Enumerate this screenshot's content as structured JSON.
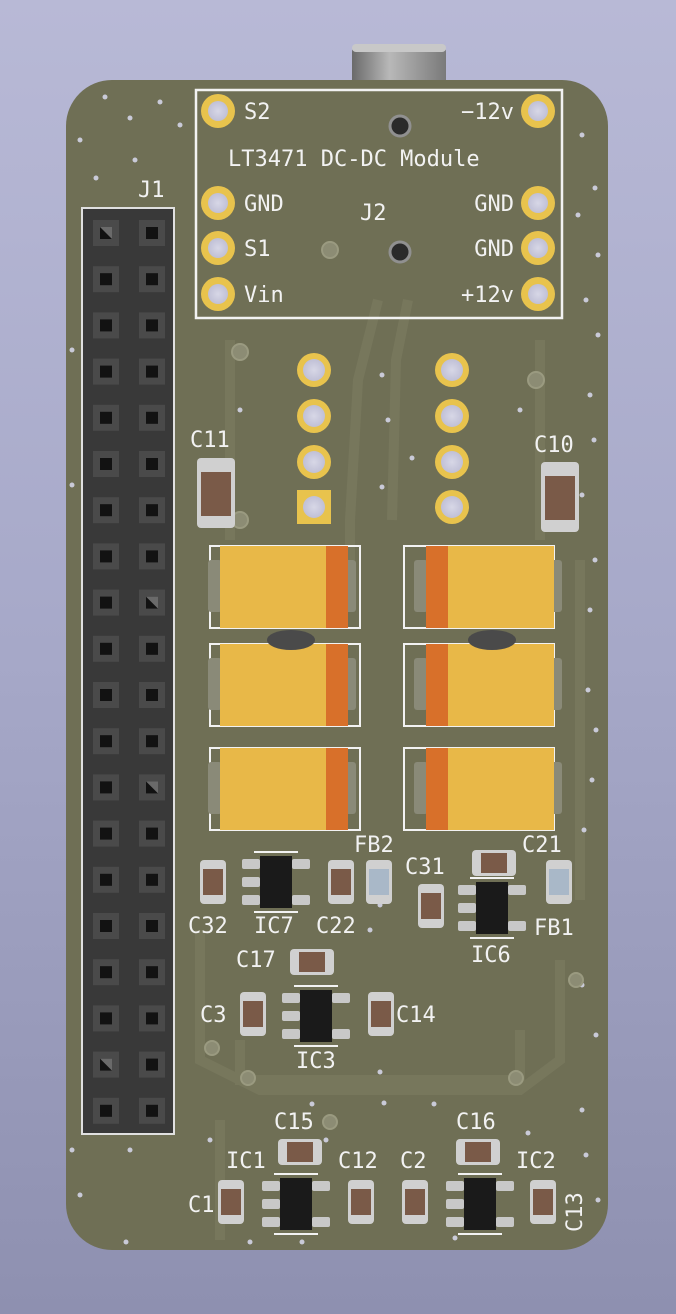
{
  "colors": {
    "background": "#a8aac9",
    "board": "#6f6f55",
    "header_body": "#3a3a3a",
    "pad_gold": "#e8c34d",
    "capacitor_body": "#e8b848",
    "capacitor_stripe": "#d8702a",
    "silkscreen": "#f2f2f2"
  },
  "board_title": "LT3471 DC-DC Module",
  "j2": {
    "ref": "J2",
    "left_labels": [
      "S2",
      "GND",
      "S1",
      "Vin"
    ],
    "right_labels": [
      "−12v",
      "GND",
      "GND",
      "+12v"
    ]
  },
  "j1": {
    "ref": "J1"
  },
  "refs": {
    "c11": "C11",
    "c10": "C10",
    "fb2": "FB2",
    "c31": "C31",
    "c21": "C21",
    "c32": "C32",
    "ic7": "IC7",
    "c22": "C22",
    "fb1": "FB1",
    "ic6": "IC6",
    "c17": "C17",
    "c3": "C3",
    "c14": "C14",
    "ic3": "IC3",
    "c15": "C15",
    "c16": "C16",
    "ic1": "IC1",
    "c12": "C12",
    "c2": "C2",
    "ic2": "IC2",
    "c1": "C1",
    "c13": "C13"
  }
}
